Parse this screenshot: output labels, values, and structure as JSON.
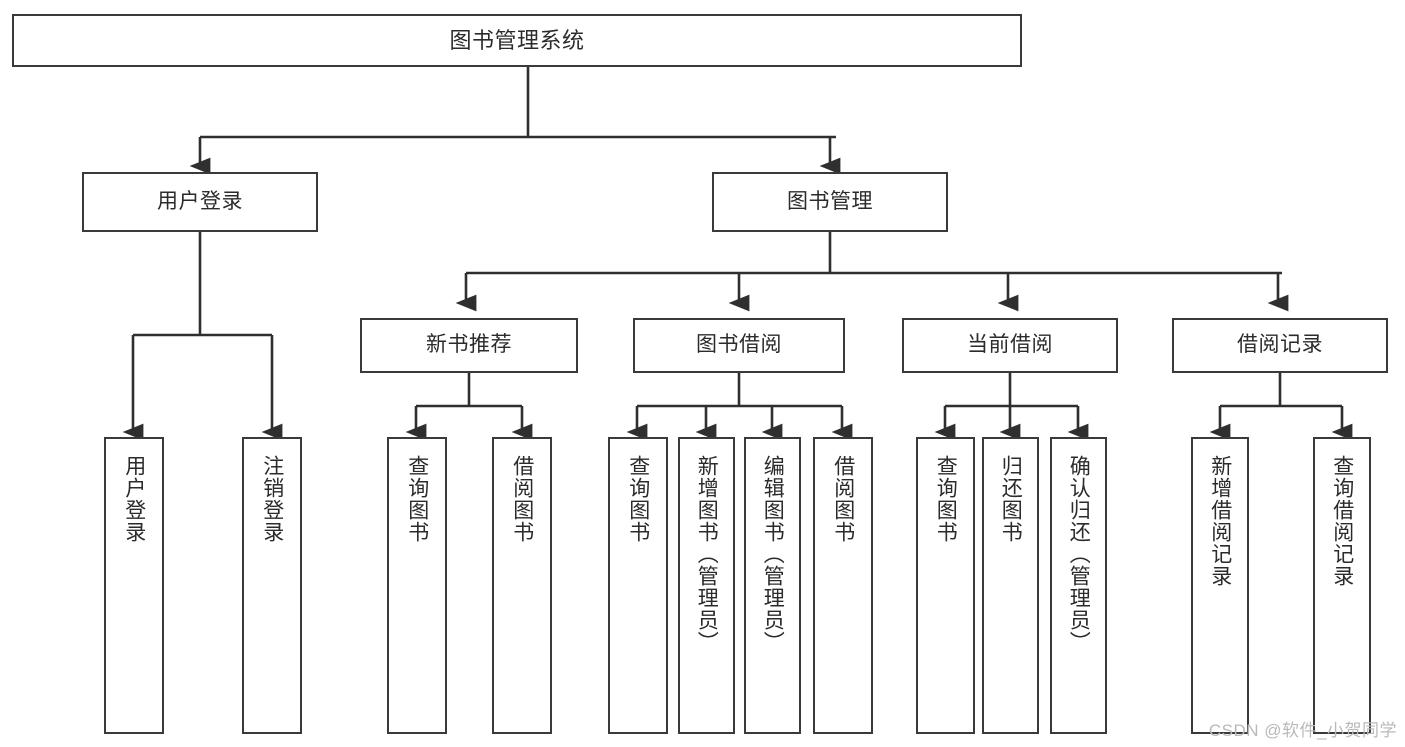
{
  "diagram": {
    "type": "tree",
    "title": "图书管理系统",
    "root": {
      "id": "root",
      "label": "图书管理系统"
    },
    "level1": [
      {
        "id": "user-login",
        "label": "用户登录"
      },
      {
        "id": "book-management",
        "label": "图书管理"
      }
    ],
    "level2": [
      {
        "id": "new-book-recommend",
        "label": "新书推荐",
        "parent": "book-management"
      },
      {
        "id": "book-borrow",
        "label": "图书借阅",
        "parent": "book-management"
      },
      {
        "id": "current-borrow",
        "label": "当前借阅",
        "parent": "book-management"
      },
      {
        "id": "borrow-record",
        "label": "借阅记录",
        "parent": "book-management"
      }
    ],
    "leaves": [
      {
        "id": "leaf-user-login",
        "label": "用户登录",
        "parent": "user-login"
      },
      {
        "id": "leaf-logout-login",
        "label": "注销登录",
        "parent": "user-login"
      },
      {
        "id": "leaf-query-book-1",
        "label": "查询图书",
        "parent": "new-book-recommend"
      },
      {
        "id": "leaf-borrow-book-1",
        "label": "借阅图书",
        "parent": "new-book-recommend"
      },
      {
        "id": "leaf-query-book-2",
        "label": "查询图书",
        "parent": "book-borrow"
      },
      {
        "id": "leaf-add-book",
        "label": "新增图书（管理员）",
        "parent": "book-borrow"
      },
      {
        "id": "leaf-edit-book",
        "label": "编辑图书（管理员）",
        "parent": "book-borrow"
      },
      {
        "id": "leaf-borrow-book-2",
        "label": "借阅图书",
        "parent": "book-borrow"
      },
      {
        "id": "leaf-query-book-3",
        "label": "查询图书",
        "parent": "current-borrow"
      },
      {
        "id": "leaf-return-book",
        "label": "归还图书",
        "parent": "current-borrow"
      },
      {
        "id": "leaf-confirm-return",
        "label": "确认归还（管理员）",
        "parent": "current-borrow"
      },
      {
        "id": "leaf-add-record",
        "label": "新增借阅记录",
        "parent": "borrow-record"
      },
      {
        "id": "leaf-query-record",
        "label": "查询借阅记录",
        "parent": "borrow-record"
      }
    ],
    "colors": {
      "stroke": "#3a3a3a",
      "text": "#2b2b2b",
      "background": "#ffffff",
      "watermark": "#b9b9b9"
    }
  },
  "watermark": {
    "text": "CSDN @软件_小贺同学"
  }
}
